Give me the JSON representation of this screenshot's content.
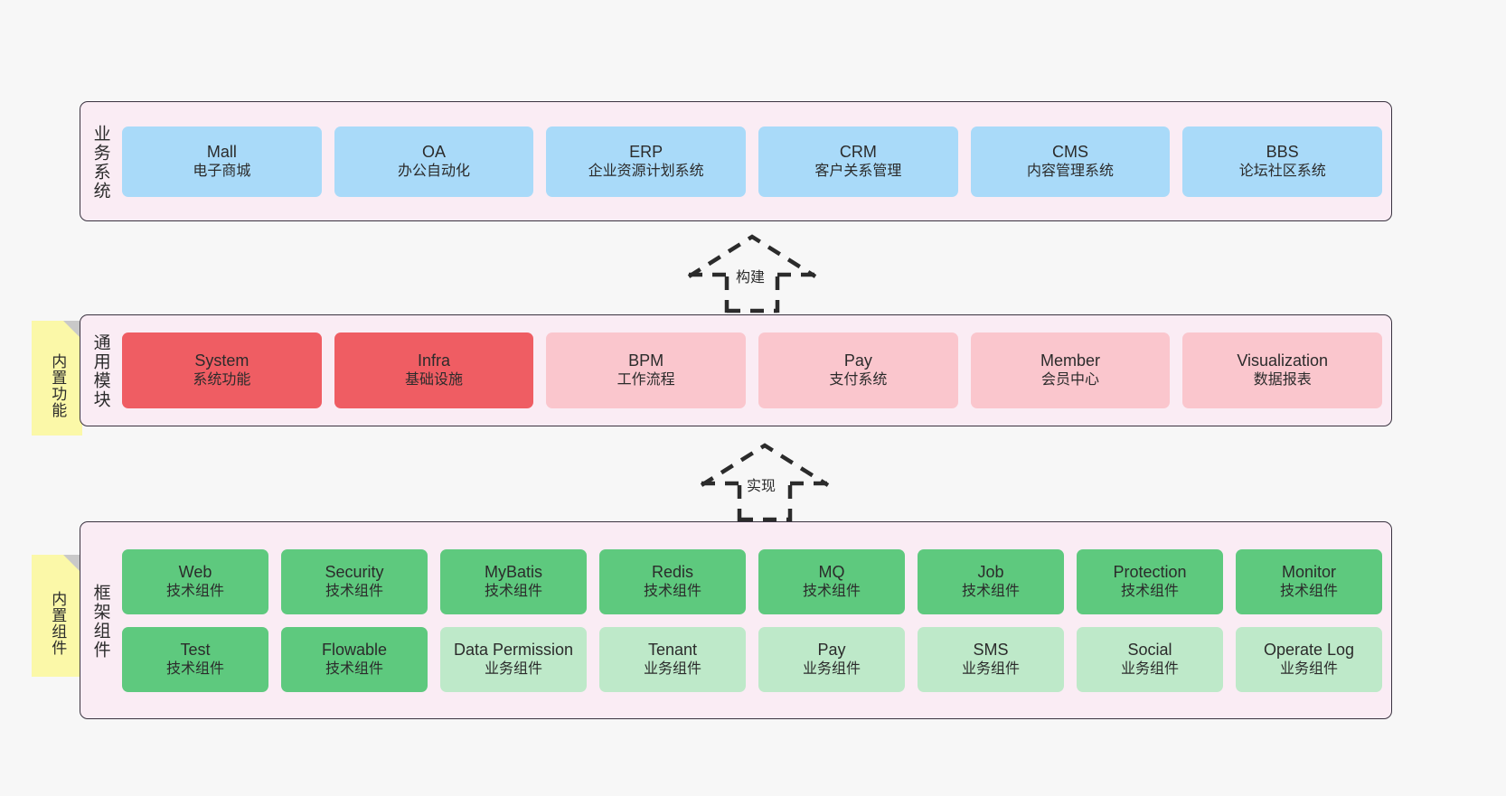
{
  "diagram": {
    "background_color": "#f7f7f7",
    "layer_fill": "#faecf4",
    "layer_border": "#3a3340"
  },
  "layers": [
    {
      "id": "business",
      "title": "业务系统",
      "box_color": "#a9daf9",
      "items": [
        {
          "name": "Mall",
          "desc": "电子商城"
        },
        {
          "name": "OA",
          "desc": "办公自动化"
        },
        {
          "name": "ERP",
          "desc": "企业资源计划系统"
        },
        {
          "name": "CRM",
          "desc": "客户关系管理"
        },
        {
          "name": "CMS",
          "desc": "内容管理系统"
        },
        {
          "name": "BBS",
          "desc": "论坛社区系统"
        }
      ]
    },
    {
      "id": "common",
      "title": "通用模块",
      "note": "内置功能",
      "note_color": "#fbf8a8",
      "highlight_color": "#ef5d63",
      "box_color": "#fac6cd",
      "items": [
        {
          "name": "System",
          "desc": "系统功能",
          "style": "highlight"
        },
        {
          "name": "Infra",
          "desc": "基础设施",
          "style": "highlight"
        },
        {
          "name": "BPM",
          "desc": "工作流程",
          "style": "normal"
        },
        {
          "name": "Pay",
          "desc": "支付系统",
          "style": "normal"
        },
        {
          "name": "Member",
          "desc": "会员中心",
          "style": "normal"
        },
        {
          "name": "Visualization",
          "desc": "数据报表",
          "style": "normal"
        }
      ]
    },
    {
      "id": "framework",
      "title": "框架组件",
      "note": "内置组件",
      "note_color": "#fbf8a8",
      "tech_color": "#5ec97e",
      "biz_color": "#bee9c9",
      "row1": [
        {
          "name": "Web",
          "desc": "技术组件",
          "style": "tech"
        },
        {
          "name": "Security",
          "desc": "技术组件",
          "style": "tech"
        },
        {
          "name": "MyBatis",
          "desc": "技术组件",
          "style": "tech"
        },
        {
          "name": "Redis",
          "desc": "技术组件",
          "style": "tech"
        },
        {
          "name": "MQ",
          "desc": "技术组件",
          "style": "tech"
        },
        {
          "name": "Job",
          "desc": "技术组件",
          "style": "tech"
        },
        {
          "name": "Protection",
          "desc": "技术组件",
          "style": "tech"
        },
        {
          "name": "Monitor",
          "desc": "技术组件",
          "style": "tech"
        }
      ],
      "row2": [
        {
          "name": "Test",
          "desc": "技术组件",
          "style": "tech"
        },
        {
          "name": "Flowable",
          "desc": "技术组件",
          "style": "tech"
        },
        {
          "name": "Data Permission",
          "desc": "业务组件",
          "style": "biz"
        },
        {
          "name": "Tenant",
          "desc": "业务组件",
          "style": "biz"
        },
        {
          "name": "Pay",
          "desc": "业务组件",
          "style": "biz"
        },
        {
          "name": "SMS",
          "desc": "业务组件",
          "style": "biz"
        },
        {
          "name": "Social",
          "desc": "业务组件",
          "style": "biz"
        },
        {
          "name": "Operate Log",
          "desc": "业务组件",
          "style": "biz"
        }
      ]
    }
  ],
  "connectors": [
    {
      "id": "build",
      "label": "构建",
      "style": "dashed-generalization-arrow",
      "direction": "up"
    },
    {
      "id": "impl",
      "label": "实现",
      "style": "dashed-generalization-arrow",
      "direction": "up"
    }
  ]
}
